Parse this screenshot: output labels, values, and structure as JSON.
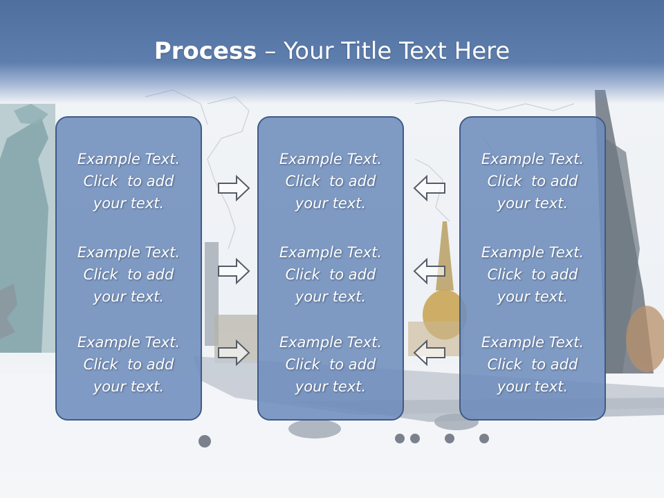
{
  "title": {
    "bold": "Process",
    "rest": " – Your Title Text Here"
  },
  "columns": [
    {
      "items": [
        {
          "line1": "Example Text.",
          "line2": "Click  to add",
          "line3": "your text."
        },
        {
          "line1": "Example Text.",
          "line2": "Click  to add",
          "line3": "your text."
        },
        {
          "line1": "Example Text.",
          "line2": "Click  to add",
          "line3": "your text."
        }
      ]
    },
    {
      "items": [
        {
          "line1": "Example Text.",
          "line2": "Click  to add",
          "line3": "your text."
        },
        {
          "line1": "Example Text.",
          "line2": "Click  to add",
          "line3": "your text."
        },
        {
          "line1": "Example Text.",
          "line2": "Click  to add",
          "line3": "your text."
        }
      ]
    },
    {
      "items": [
        {
          "line1": "Example Text.",
          "line2": "Click  to add",
          "line3": "your text."
        },
        {
          "line1": "Example Text.",
          "line2": "Click  to add",
          "line3": "your text."
        },
        {
          "line1": "Example Text.",
          "line2": "Click  to add",
          "line3": "your text."
        }
      ]
    }
  ],
  "arrows": {
    "left_group": "right-arrow-icon",
    "right_group": "left-arrow-icon"
  },
  "colors": {
    "title_bar": "#4f6f9f",
    "box_fill": "#6e8dbc",
    "box_border": "#3f5a86",
    "text": "#ffffff"
  }
}
